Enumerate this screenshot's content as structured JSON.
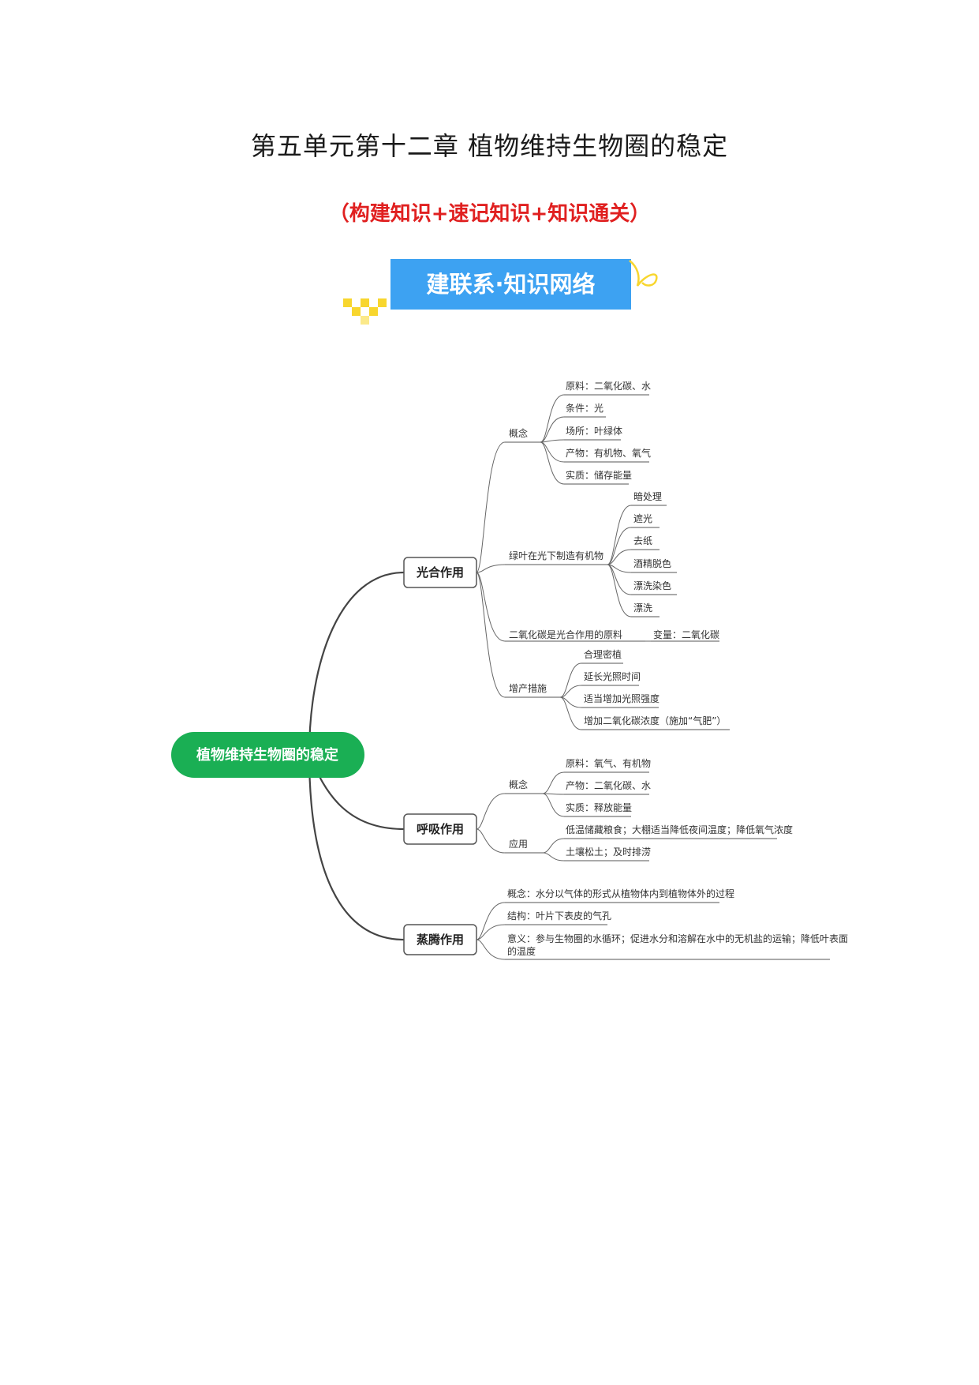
{
  "title": "第五单元第十二章  植物维持生物圈的稳定",
  "subtitle": "（构建知识+速记知识+知识通关）",
  "banner": {
    "label": "建联系·知识网络"
  },
  "colors": {
    "root": "#1aaf54",
    "banner": "#3da2f2",
    "subtitle": "#e02020",
    "accent": "#f8d62e"
  },
  "mindmap": {
    "root": "植物维持生物圈的稳定",
    "photosynthesis": {
      "label": "光合作用",
      "concept": {
        "label": "概念",
        "items": [
          "原料：二氧化碳、水",
          "条件：光",
          "场所：叶绿体",
          "产物：有机物、氧气",
          "实质：储存能量"
        ]
      },
      "experiment": {
        "label": "绿叶在光下制造有机物",
        "items": [
          "暗处理",
          "遮光",
          "去纸",
          "酒精脱色",
          "漂洗染色",
          "漂洗"
        ]
      },
      "co2": {
        "label": "二氧化碳是光合作用的原料",
        "variable": "变量：二氧化碳"
      },
      "yield": {
        "label": "增产措施",
        "items": [
          "合理密植",
          "延长光照时间",
          "适当增加光照强度",
          "增加二氧化碳浓度（施加“气肥”）"
        ]
      }
    },
    "respiration": {
      "label": "呼吸作用",
      "concept": {
        "label": "概念",
        "items": [
          "原料：氧气、有机物",
          "产物：二氧化碳、水",
          "实质：释放能量"
        ]
      },
      "application": {
        "label": "应用",
        "items": [
          "低温储藏粮食；大棚适当降低夜间温度；降低氧气浓度",
          "土壤松土；及时排涝"
        ]
      }
    },
    "transpiration": {
      "label": "蒸腾作用",
      "items": [
        "概念：水分以气体的形式从植物体内到植物体外的过程",
        "结构：叶片下表皮的气孔"
      ],
      "meaning_line1": "意义：参与生物圈的水循环；促进水分和溶解在水中的无机盐的运输；降低叶表面",
      "meaning_line2": "的温度"
    }
  }
}
